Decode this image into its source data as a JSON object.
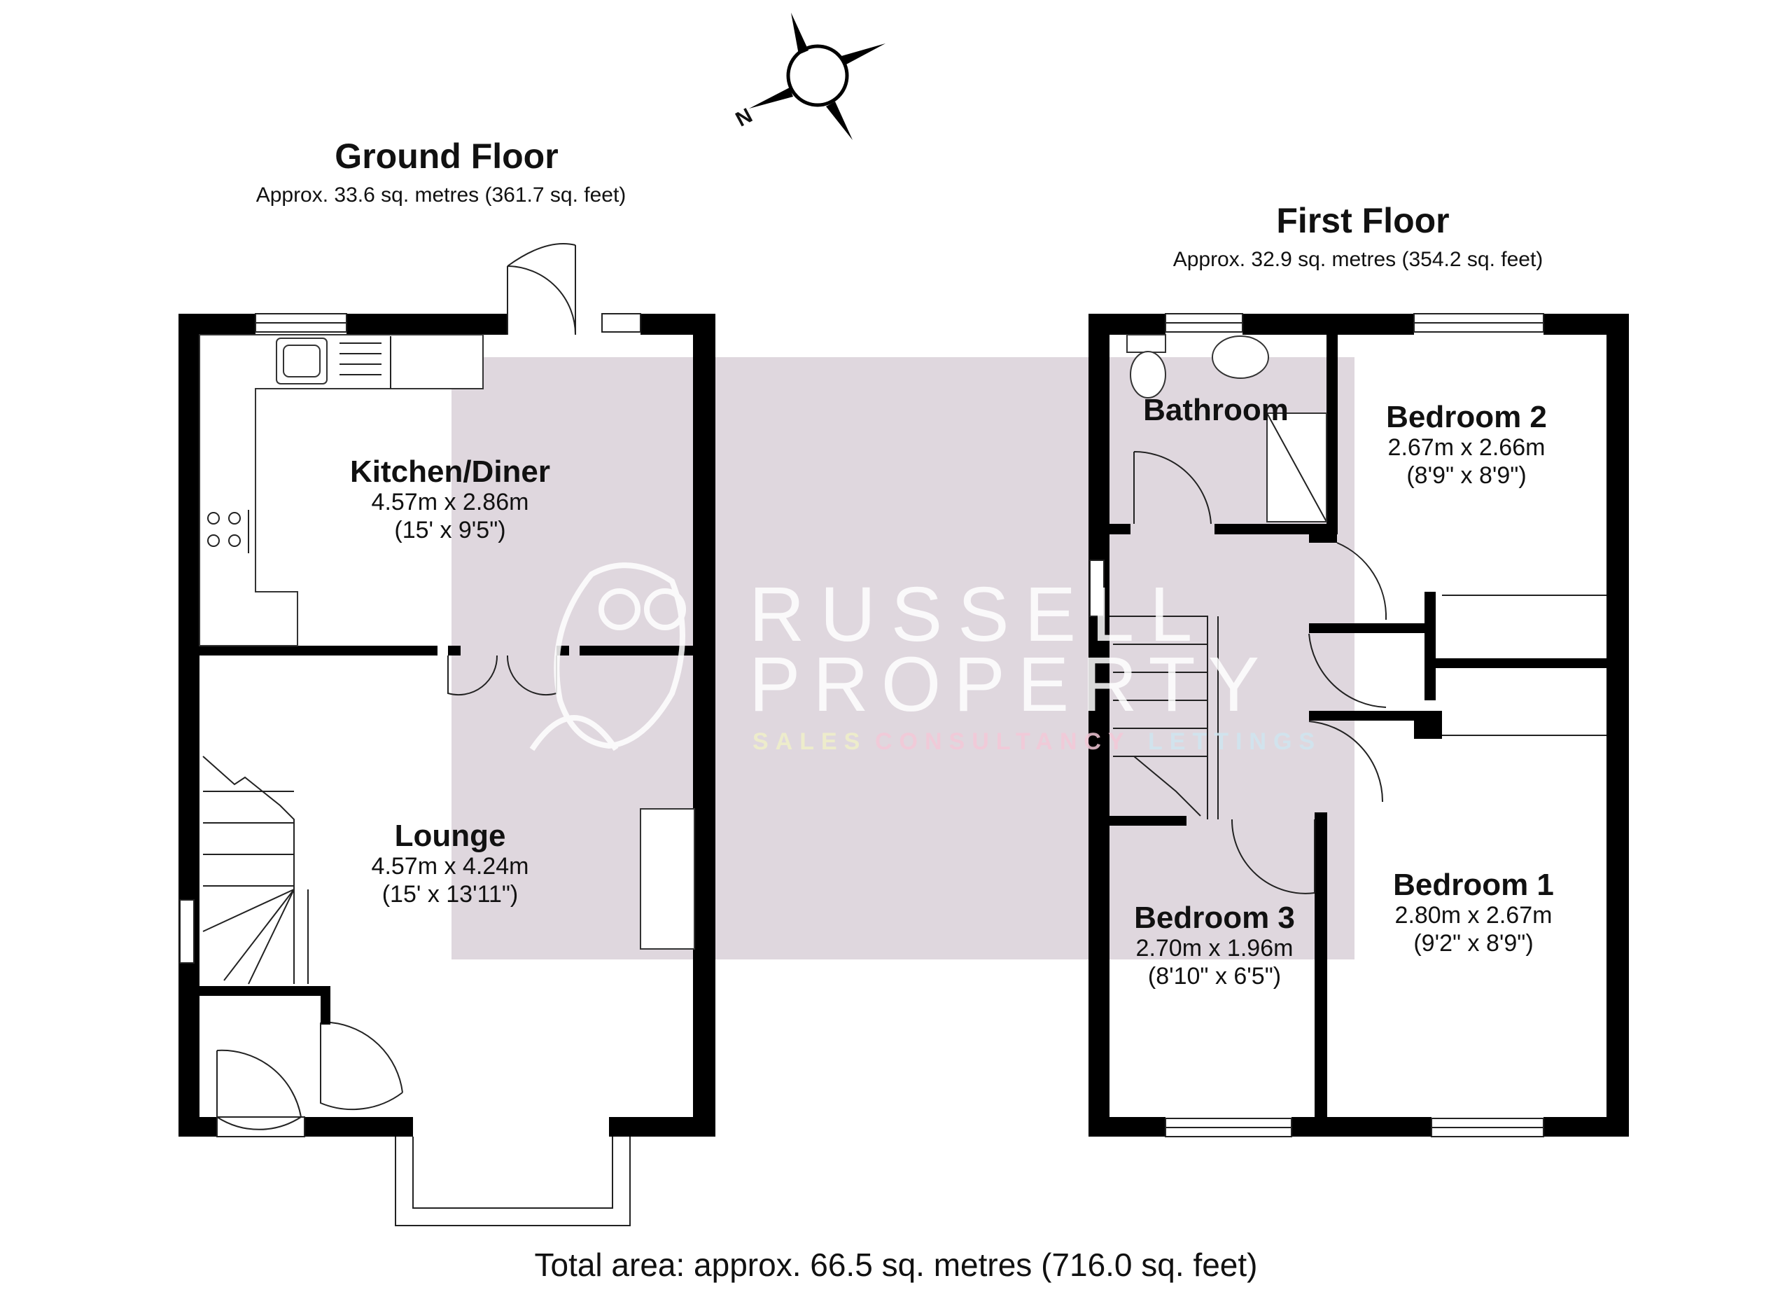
{
  "compass": {
    "label": "N"
  },
  "ground_floor": {
    "title": "Ground Floor",
    "area": "Approx. 33.6 sq. metres (361.7 sq. feet)",
    "rooms": [
      {
        "name": "Kitchen/Diner",
        "metric": "4.57m x 2.86m",
        "imperial": "(15' x 9'5\")"
      },
      {
        "name": "Lounge",
        "metric": "4.57m x 4.24m",
        "imperial": "(15' x 13'11\")"
      }
    ]
  },
  "first_floor": {
    "title": "First Floor",
    "area": "Approx. 32.9 sq. metres (354.2 sq. feet)",
    "rooms": [
      {
        "name": "Bathroom",
        "metric": "",
        "imperial": ""
      },
      {
        "name": "Bedroom 2",
        "metric": "2.67m x 2.66m",
        "imperial": "(8'9\" x 8'9\")"
      },
      {
        "name": "Bedroom 3",
        "metric": "2.70m x 1.96m",
        "imperial": "(8'10\" x 6'5\")"
      },
      {
        "name": "Bedroom 1",
        "metric": "2.80m x 2.67m",
        "imperial": "(9'2\" x 8'9\")"
      }
    ]
  },
  "total_area": "Total area: approx. 66.5 sq. metres (716.0 sq. feet)",
  "watermark": {
    "line1": "RUSSELL",
    "line2": "PROPERTY",
    "tag1": "SALES",
    "tag2": "CONSULTANCY",
    "tag3": "LETTINGS",
    "colors": {
      "panel": "#d9d0d8",
      "tag1": "#f0f0c8",
      "tag2": "#f3c8d8",
      "tag3": "#cfe6f0"
    }
  }
}
